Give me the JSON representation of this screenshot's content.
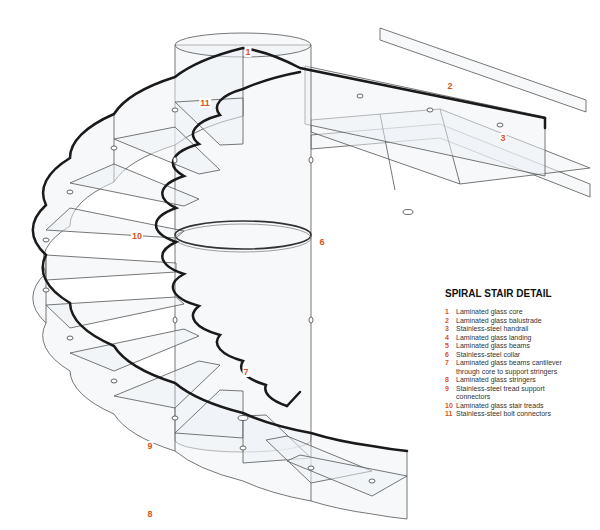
{
  "diagram": {
    "title": "SPIRAL STAIR DETAIL",
    "labels": [
      "1",
      "2",
      "3",
      "11",
      "10",
      "6",
      "7",
      "9",
      "8",
      "1",
      "2",
      "3",
      "4",
      "5",
      "6",
      "7",
      "8",
      "9",
      "10",
      "11"
    ],
    "legend": [
      {
        "text": "Laminated glass core"
      },
      {
        "text": "Laminated glass balustrade"
      },
      {
        "text": "Stainless-steel handrail"
      },
      {
        "text": "Laminated glass landing"
      },
      {
        "text": "Laminated glass beams"
      },
      {
        "text": "Stainless-steel collar"
      },
      {
        "text": "Laminated glass beams cantilever through core to support stringers"
      },
      {
        "text": "Laminated glass stringers"
      },
      {
        "text": "Stainless-steel tread support connectors"
      },
      {
        "text": "Laminated glass stair treads"
      },
      {
        "text": "Stainless-steel bolt connectors"
      }
    ]
  }
}
